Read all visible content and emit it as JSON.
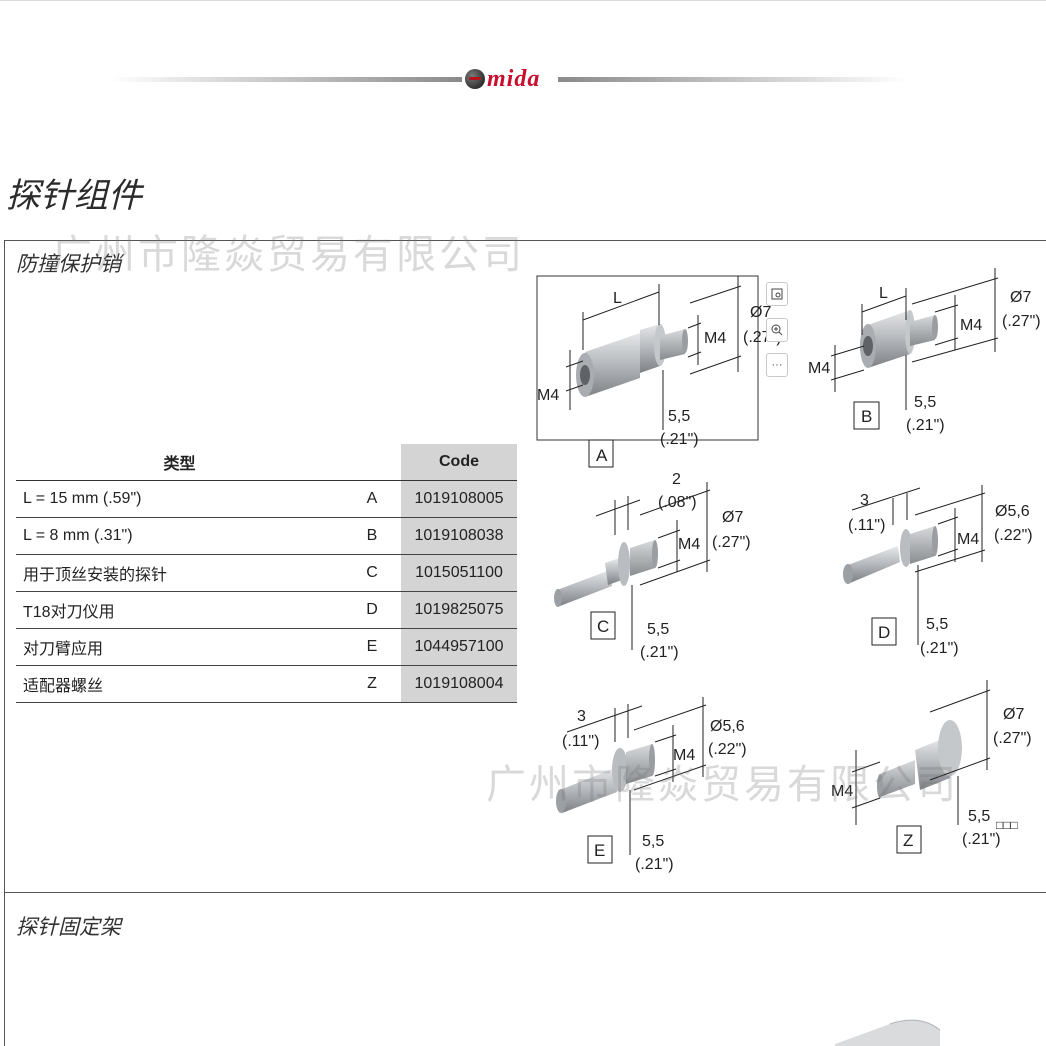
{
  "brand": {
    "name": "mida"
  },
  "page": {
    "title": "探针组件"
  },
  "watermark": "广州市隆焱贸易有限公司",
  "section1": {
    "title": "防撞保护销",
    "table": {
      "headers": {
        "type": "类型",
        "code": "Code"
      },
      "rows": [
        {
          "type": "L = 15 mm (.59\")",
          "letter": "A",
          "code": "1019108005"
        },
        {
          "type": "L = 8 mm (.31\")",
          "letter": "B",
          "code": "1019108038"
        },
        {
          "type": "用于顶丝安装的探针",
          "letter": "C",
          "code": "1015051100"
        },
        {
          "type": "T18对刀仪用",
          "letter": "D",
          "code": "1019825075"
        },
        {
          "type": "对刀臂应用",
          "letter": "E",
          "code": "1044957100"
        },
        {
          "type": "适配器螺丝",
          "letter": "Z",
          "code": "1019108004"
        }
      ]
    },
    "diagrams": [
      {
        "label": "A",
        "dims": [
          "L",
          "Ø7",
          "(.27\")",
          "M4",
          "M4",
          "5,5",
          "(.21\")"
        ]
      },
      {
        "label": "B",
        "dims": [
          "L",
          "Ø7",
          "(.27\")",
          "M4",
          "M4",
          "5,5",
          "(.21\")"
        ]
      },
      {
        "label": "C",
        "dims": [
          "2",
          "(.08\")",
          "Ø7",
          "(.27\")",
          "M4",
          "5,5",
          "(.21\")"
        ]
      },
      {
        "label": "D",
        "dims": [
          "3",
          "(.11\")",
          "Ø5,6",
          "(.22\")",
          "M4",
          "5,5",
          "(.21\")"
        ]
      },
      {
        "label": "E",
        "dims": [
          "3",
          "(.11\")",
          "Ø5,6",
          "(.22\")",
          "M4",
          "5,5",
          "(.21\")"
        ]
      },
      {
        "label": "Z",
        "dims": [
          "Ø7",
          "(.27\")",
          "M4",
          "5,5",
          "(.21\")"
        ]
      }
    ]
  },
  "section2": {
    "title": "探针固定架"
  },
  "toolbar": {
    "more_label": "···"
  },
  "garbled": "□□□",
  "colors": {
    "brand_red": "#c8102e",
    "code_column_bg": "#d4d4d4",
    "part_metal": "#b9bcc0"
  },
  "icons": [
    "image-search-icon",
    "zoom-in-icon",
    "more-icon"
  ]
}
